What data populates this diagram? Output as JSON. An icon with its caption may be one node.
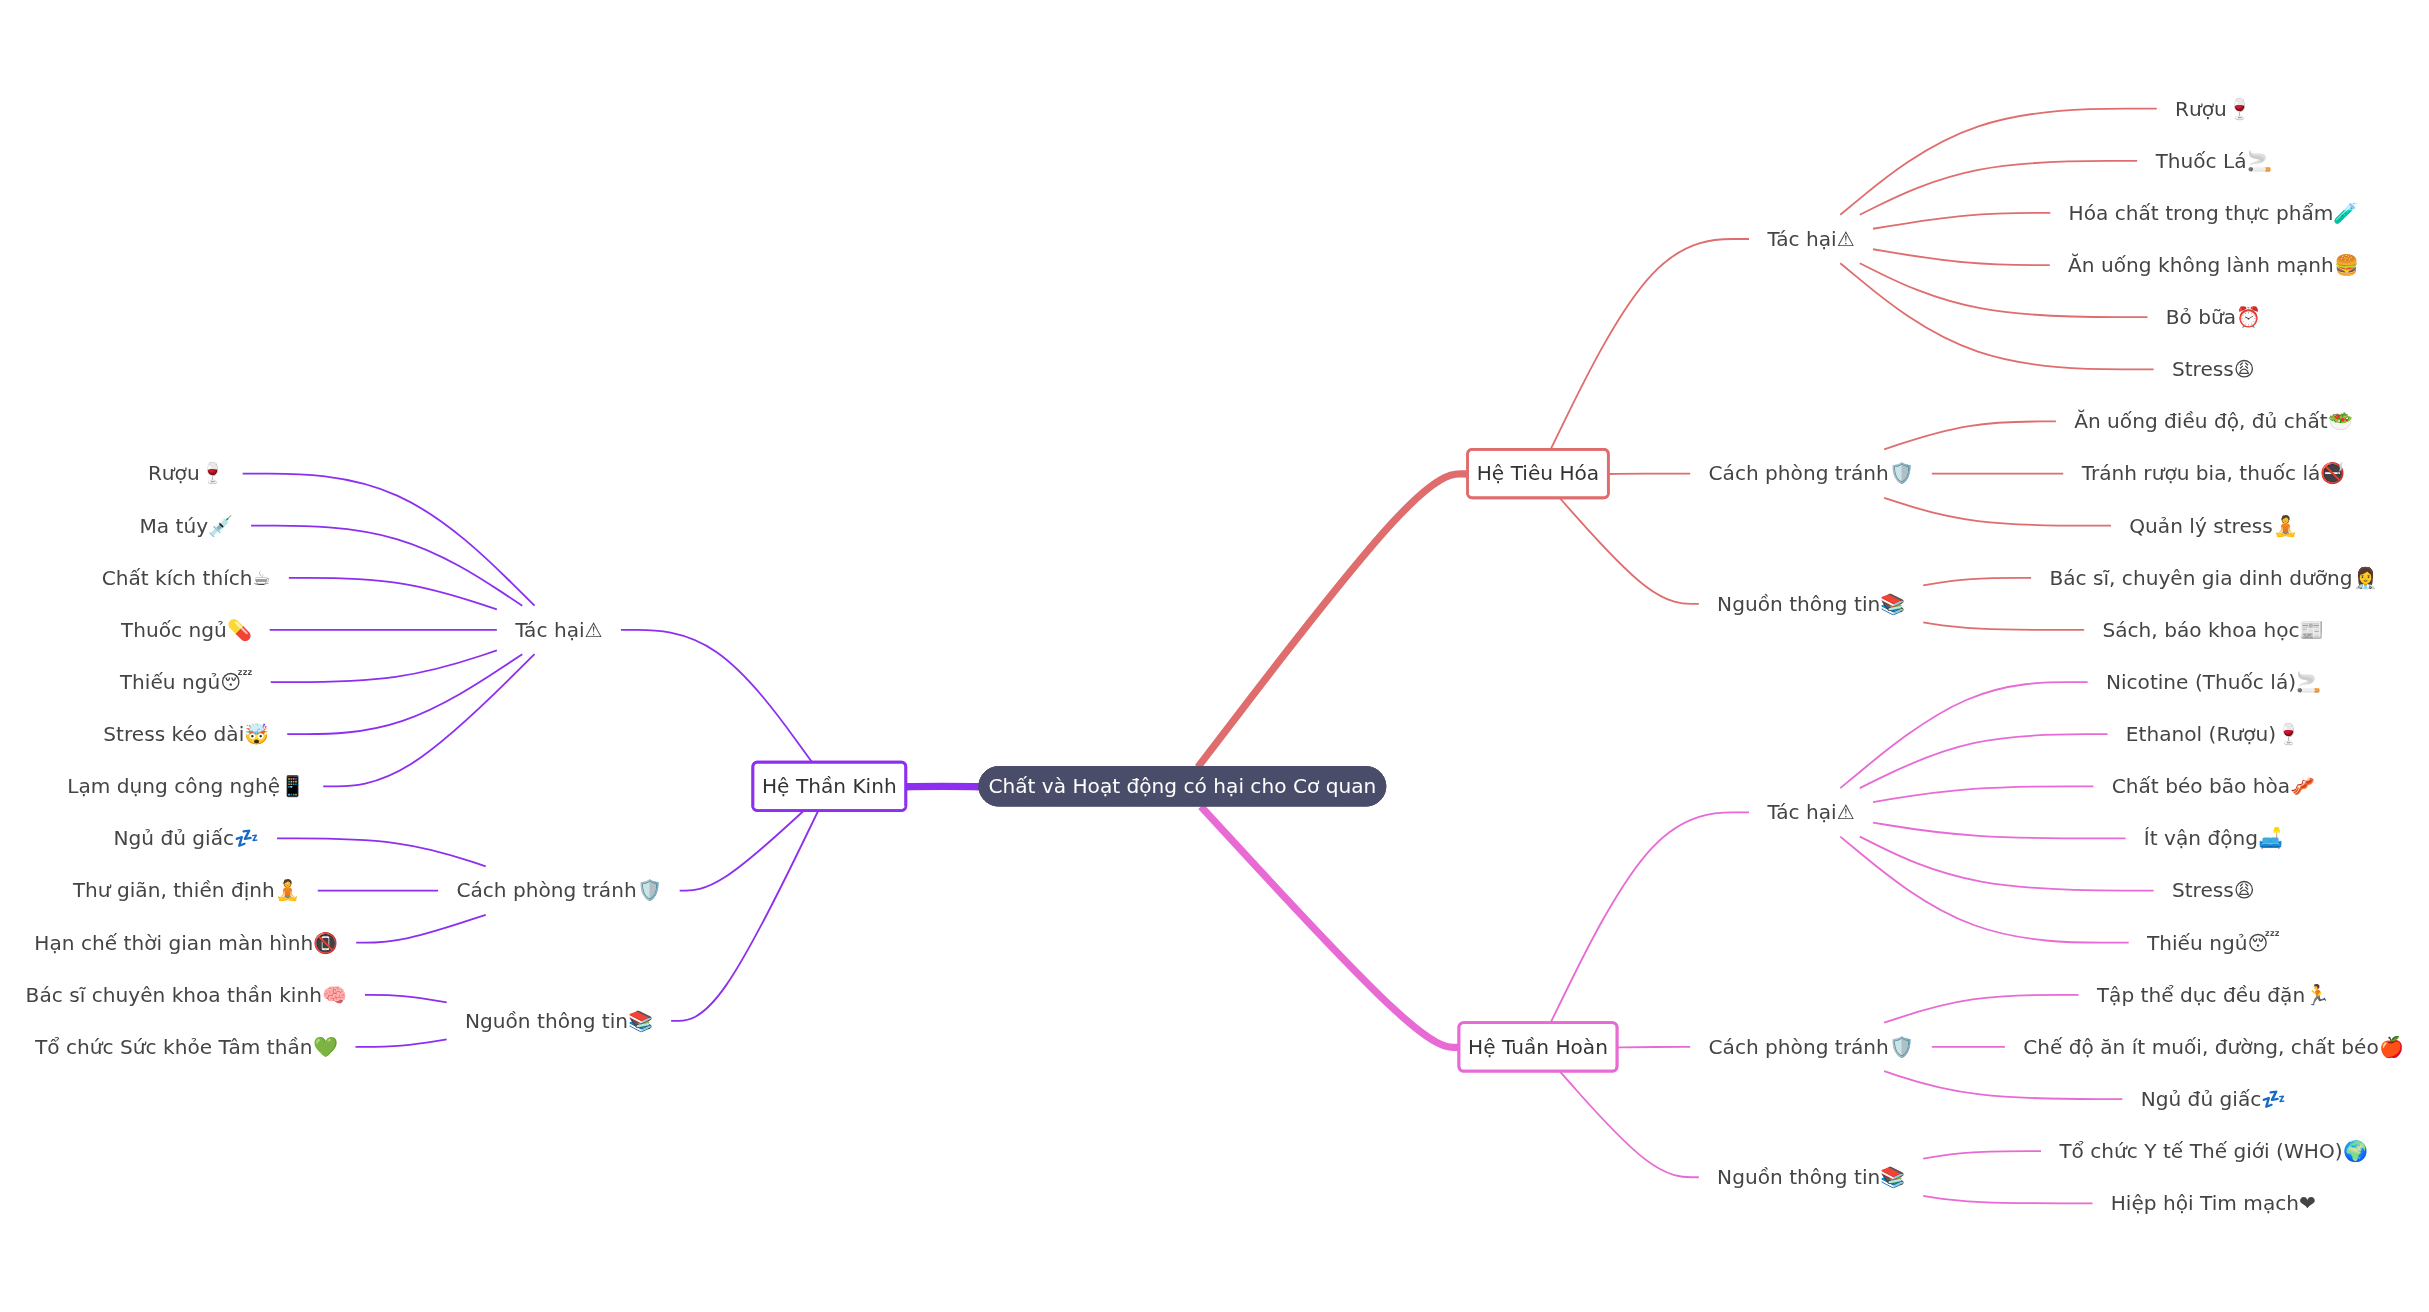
{
  "diagram": {
    "nodes": [
      {
        "text": [
          "Chất và Hoạt động có hại cho Cơ quan"
        ]
      },
      {
        "text": [
          "Hệ Tiêu Hóa"
        ]
      },
      {
        "text": [
          "Tác hại⚠"
        ]
      },
      {
        "text": [
          "Rượu🍷"
        ]
      },
      {
        "text": [
          "Thuốc Lá🚬"
        ]
      },
      {
        "text": [
          "Hóa chất trong thực phẩm🧪"
        ]
      },
      {
        "text": [
          "Ăn uống không lành mạnh🍔"
        ]
      },
      {
        "text": [
          "Bỏ bữa⏰"
        ]
      },
      {
        "text": [
          "Stress😩"
        ]
      },
      {
        "text": [
          "Cách phòng tránh🛡️"
        ]
      },
      {
        "text": [
          "Ăn uống điều độ, đủ chất🥗"
        ]
      },
      {
        "text": [
          "Tránh rượu bia, thuốc lá🚭"
        ]
      },
      {
        "text": [
          "Quản lý stress🧘"
        ]
      },
      {
        "text": [
          "Nguồn thông tin📚"
        ]
      },
      {
        "text": [
          "Bác sĩ, chuyên gia dinh dưỡng👩‍⚕️"
        ]
      },
      {
        "text": [
          "Sách, báo khoa học📰"
        ]
      },
      {
        "text": [
          "Hệ Tuần Hoàn"
        ]
      },
      {
        "text": [
          "Tác hại⚠"
        ]
      },
      {
        "text": [
          "Nicotine (Thuốc lá)🚬"
        ]
      },
      {
        "text": [
          "Ethanol (Rượu)🍷"
        ]
      },
      {
        "text": [
          "Chất béo bão hòa🥓"
        ]
      },
      {
        "text": [
          "Ít vận động🛋️"
        ]
      },
      {
        "text": [
          "Stress😩"
        ]
      },
      {
        "text": [
          "Thiếu ngủ😴"
        ]
      },
      {
        "text": [
          "Cách phòng tránh🛡️"
        ]
      },
      {
        "text": [
          "Tập thể dục đều đặn🏃"
        ]
      },
      {
        "text": [
          "Chế độ ăn ít muối, đường, chất béo🍎"
        ]
      },
      {
        "text": [
          "Ngủ đủ giấc💤"
        ]
      },
      {
        "text": [
          "Nguồn thông tin📚"
        ]
      },
      {
        "text": [
          "Tổ chức Y tế Thế giới (WHO)🌍"
        ]
      },
      {
        "text": [
          "Hiệp hội Tim mạch❤"
        ]
      },
      {
        "text": [
          "Hệ Thần Kinh"
        ]
      },
      {
        "text": [
          "Tác hại⚠"
        ]
      },
      {
        "text": [
          "Rượu🍷"
        ]
      },
      {
        "text": [
          "Ma túy💉"
        ]
      },
      {
        "text": [
          "Chất kích thích☕"
        ]
      },
      {
        "text": [
          "Thuốc ngủ💊"
        ]
      },
      {
        "text": [
          "Thiếu ngủ😴"
        ]
      },
      {
        "text": [
          "Stress kéo dài🤯"
        ]
      },
      {
        "text": [
          "Lạm dụng công nghệ📱"
        ]
      },
      {
        "text": [
          "Cách phòng tránh🛡️"
        ]
      },
      {
        "text": [
          "Ngủ đủ giấc💤"
        ]
      },
      {
        "text": [
          "Thư giãn, thiền định🧘"
        ]
      },
      {
        "text": [
          "Hạn chế thời gian màn hình📵"
        ]
      },
      {
        "text": [
          "Nguồn thông tin📚"
        ]
      },
      {
        "text": [
          "Bác sĩ chuyên khoa thần kinh🧠"
        ]
      },
      {
        "text": [
          "Tổ chức Sức khỏe Tâm thần💚"
        ]
      }
    ],
    "edges": [
      {
        "from": 0,
        "to": 1,
        "arrow": "none",
        "style": "thick",
        "color": "#e06d6d"
      },
      {
        "from": 1,
        "to": 2,
        "arrow": "none",
        "color": "#e06d6d"
      },
      {
        "from": 2,
        "to": 3,
        "arrow": "none",
        "color": "#e06d6d"
      },
      {
        "from": 2,
        "to": 4,
        "arrow": "none",
        "color": "#e06d6d"
      },
      {
        "from": 2,
        "to": 5,
        "arrow": "none",
        "color": "#e06d6d"
      },
      {
        "from": 2,
        "to": 6,
        "arrow": "none",
        "color": "#e06d6d"
      },
      {
        "from": 2,
        "to": 7,
        "arrow": "none",
        "color": "#e06d6d"
      },
      {
        "from": 2,
        "to": 8,
        "arrow": "none",
        "color": "#e06d6d"
      },
      {
        "from": 1,
        "to": 9,
        "arrow": "none",
        "color": "#e06d6d"
      },
      {
        "from": 9,
        "to": 10,
        "arrow": "none",
        "color": "#e06d6d"
      },
      {
        "from": 9,
        "to": 11,
        "arrow": "none",
        "color": "#e06d6d"
      },
      {
        "from": 9,
        "to": 12,
        "arrow": "none",
        "color": "#e06d6d"
      },
      {
        "from": 1,
        "to": 13,
        "arrow": "none",
        "color": "#e06d6d"
      },
      {
        "from": 13,
        "to": 14,
        "arrow": "none",
        "color": "#e06d6d"
      },
      {
        "from": 13,
        "to": 15,
        "arrow": "none",
        "color": "#e06d6d"
      },
      {
        "from": 0,
        "to": 16,
        "arrow": "none",
        "style": "thick",
        "color": "#e86ad4"
      },
      {
        "from": 16,
        "to": 17,
        "arrow": "none",
        "color": "#e86ad4"
      },
      {
        "from": 17,
        "to": 18,
        "arrow": "none",
        "color": "#e86ad4"
      },
      {
        "from": 17,
        "to": 19,
        "arrow": "none",
        "color": "#e86ad4"
      },
      {
        "from": 17,
        "to": 20,
        "arrow": "none",
        "color": "#e86ad4"
      },
      {
        "from": 17,
        "to": 21,
        "arrow": "none",
        "color": "#e86ad4"
      },
      {
        "from": 17,
        "to": 22,
        "arrow": "none",
        "color": "#e86ad4"
      },
      {
        "from": 17,
        "to": 23,
        "arrow": "none",
        "color": "#e86ad4"
      },
      {
        "from": 16,
        "to": 24,
        "arrow": "none",
        "color": "#e86ad4"
      },
      {
        "from": 24,
        "to": 25,
        "arrow": "none",
        "color": "#e86ad4"
      },
      {
        "from": 24,
        "to": 26,
        "arrow": "none",
        "color": "#e86ad4"
      },
      {
        "from": 24,
        "to": 27,
        "arrow": "none",
        "color": "#e86ad4"
      },
      {
        "from": 16,
        "to": 28,
        "arrow": "none",
        "color": "#e86ad4"
      },
      {
        "from": 28,
        "to": 29,
        "arrow": "none",
        "color": "#e86ad4"
      },
      {
        "from": 28,
        "to": 30,
        "arrow": "none",
        "color": "#e86ad4"
      },
      {
        "from": 31,
        "to": 0,
        "arrow": "none",
        "style": "thick",
        "color": "#8c2ff0"
      },
      {
        "from": 32,
        "to": 31,
        "arrow": "none",
        "color": "#8c2ff0"
      },
      {
        "from": 33,
        "to": 32,
        "arrow": "none",
        "color": "#8c2ff0"
      },
      {
        "from": 34,
        "to": 32,
        "arrow": "none",
        "color": "#8c2ff0"
      },
      {
        "from": 35,
        "to": 32,
        "arrow": "none",
        "color": "#8c2ff0"
      },
      {
        "from": 36,
        "to": 32,
        "arrow": "none",
        "color": "#8c2ff0"
      },
      {
        "from": 37,
        "to": 32,
        "arrow": "none",
        "color": "#8c2ff0"
      },
      {
        "from": 38,
        "to": 32,
        "arrow": "none",
        "color": "#8c2ff0"
      },
      {
        "from": 39,
        "to": 32,
        "arrow": "none",
        "color": "#8c2ff0"
      },
      {
        "from": 40,
        "to": 31,
        "arrow": "none",
        "color": "#8c2ff0"
      },
      {
        "from": 41,
        "to": 40,
        "arrow": "none",
        "color": "#8c2ff0"
      },
      {
        "from": 42,
        "to": 40,
        "arrow": "none",
        "color": "#8c2ff0"
      },
      {
        "from": 43,
        "to": 40,
        "arrow": "none",
        "color": "#8c2ff0"
      },
      {
        "from": 44,
        "to": 31,
        "arrow": "none",
        "color": "#8c2ff0"
      },
      {
        "from": 45,
        "to": 44,
        "arrow": "none",
        "color": "#8c2ff0"
      },
      {
        "from": 46,
        "to": 44,
        "arrow": "none",
        "color": "#8c2ff0"
      }
    ]
  }
}
